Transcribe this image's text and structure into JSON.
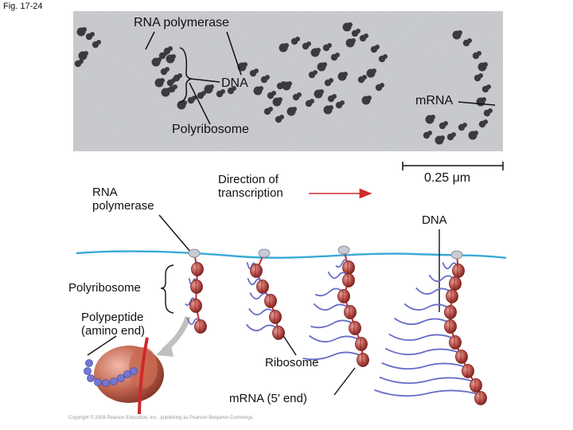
{
  "figure_number": "Fig. 17-24",
  "micrograph": {
    "labels": {
      "rna_polymerase": "RNA polymerase",
      "dna": "DNA",
      "mrna": "mRNA",
      "polyribosome": "Polyribosome"
    },
    "scale_bar": "0.25 μm"
  },
  "drawing": {
    "labels": {
      "rna_polymerase": [
        "RNA",
        "polymerase"
      ],
      "direction": [
        "Direction of",
        "transcription"
      ],
      "dna": "DNA",
      "polyribosome": "Polyribosome",
      "polypeptide": [
        "Polypeptide",
        "(amino end)"
      ],
      "ribosome": "Ribosome",
      "mrna_5_end": "mRNA (5′ end)"
    },
    "colors": {
      "dna": "#3aaad6",
      "mrna": "#cc2a2a",
      "ribosome": "#b84a45",
      "polypeptide": "#6a6ec8",
      "arrow": "#d12b2b",
      "micrograph_bg": "#c9cbcf",
      "micrograph_blob": "#3b3b3d"
    }
  },
  "copyright": "Copyright © 2008 Pearson Education, Inc., publishing as Pearson Benjamin Cummings."
}
